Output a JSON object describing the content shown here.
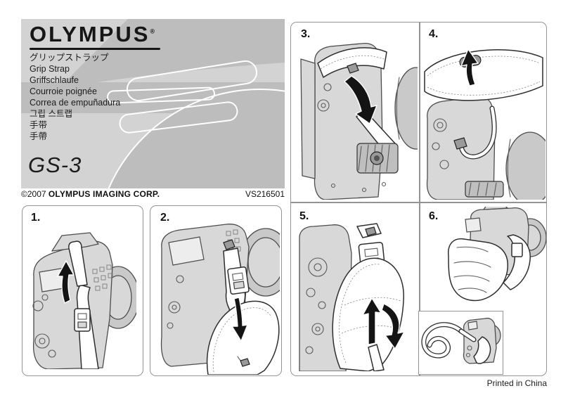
{
  "header": {
    "brand": "OLYMPUS",
    "registered_mark": "®",
    "product_names": [
      "グリップストラップ",
      "Grip Strap",
      "Griffschlaufe",
      "Courroie poignée",
      "Correa de empuñadura",
      "그립 스트랩",
      "手带",
      "手帶"
    ],
    "model": "GS-3"
  },
  "imprint": {
    "copyright": "©2007",
    "company": "OLYMPUS IMAGING CORP.",
    "part_number": "VS216501"
  },
  "steps": [
    {
      "number": "1."
    },
    {
      "number": "2."
    },
    {
      "number": "3."
    },
    {
      "number": "4."
    },
    {
      "number": "5."
    },
    {
      "number": "6."
    }
  ],
  "footer": {
    "printed_in": "Printed in China"
  },
  "colors": {
    "panel_bg": "#d3d3d3",
    "deco_band": "#bdbdbd",
    "panel_border": "#949494",
    "ink": "#161616",
    "camera_fill": "#d8d8d8",
    "arrow": "#141414"
  }
}
